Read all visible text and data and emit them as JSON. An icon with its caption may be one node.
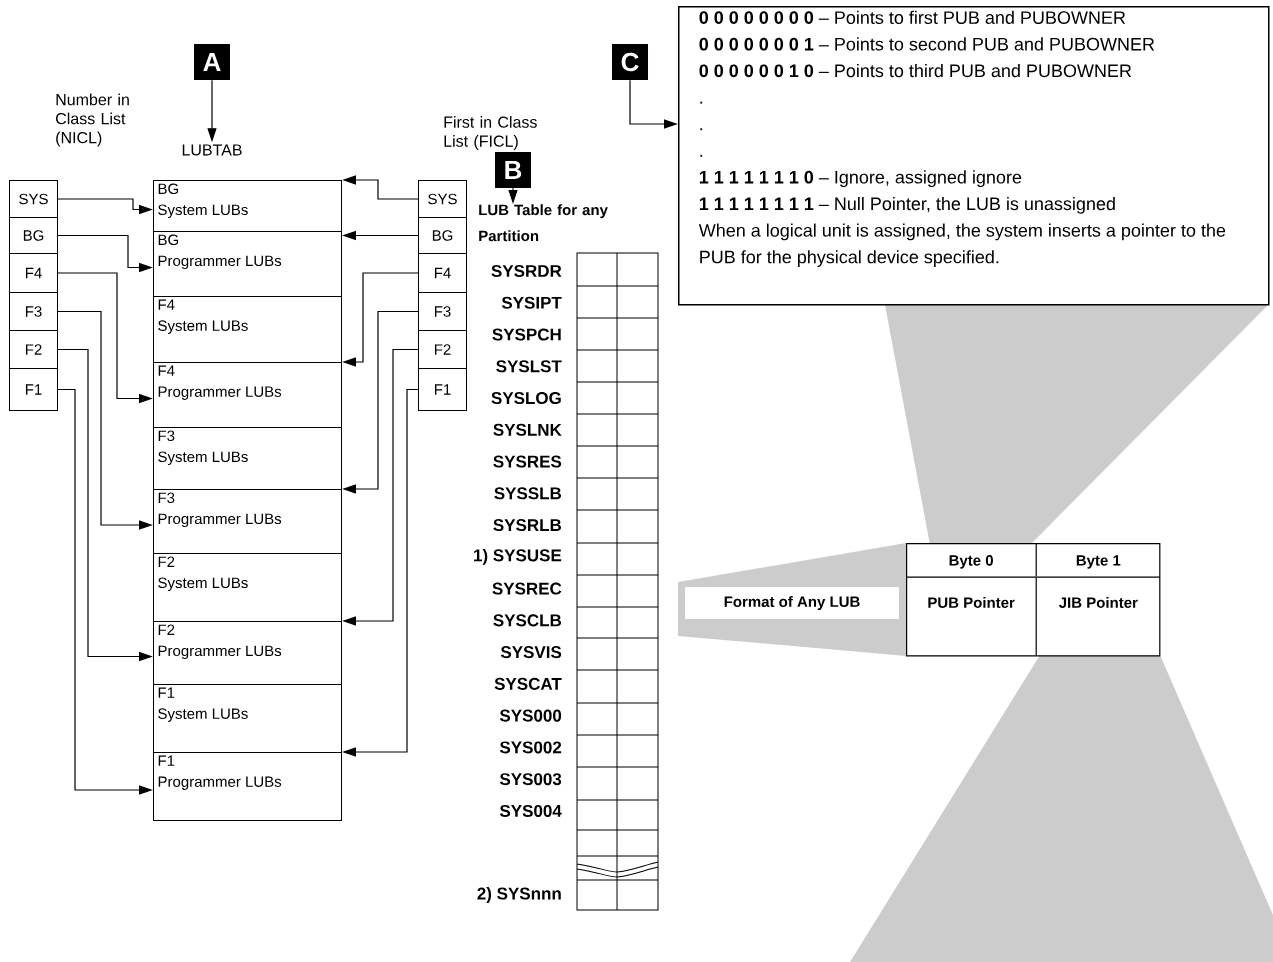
{
  "diagram": {
    "nodes": [
      {
        "text": [
          "A"
        ]
      },
      {
        "text": [
          "LUBTAB"
        ]
      },
      {
        "text": [
          "BG",
          "System LUBs"
        ]
      },
      {
        "text": [
          "BG",
          "Programmer LUBs"
        ]
      },
      {
        "text": [
          "F4",
          "System LUBs"
        ]
      },
      {
        "text": [
          "F4",
          "Programmer LUBs"
        ]
      },
      {
        "text": [
          "F3",
          "System LUBs"
        ]
      },
      {
        "text": [
          "F3",
          "Programmer LUBs"
        ]
      },
      {
        "text": [
          "F2",
          "System LUBs"
        ]
      },
      {
        "text": [
          "F2",
          "Programmer LUBs"
        ]
      },
      {
        "text": [
          "F1",
          "System LUBs"
        ]
      },
      {
        "text": [
          "F1",
          "Programmer LUBs"
        ]
      },
      {
        "text": [
          "SYS"
        ]
      },
      {
        "text": [
          "BG"
        ]
      },
      {
        "text": [
          "F4"
        ]
      },
      {
        "text": [
          "F3"
        ]
      },
      {
        "text": [
          "F2"
        ]
      },
      {
        "text": [
          "F1"
        ]
      },
      {
        "text": [
          "SYS"
        ]
      },
      {
        "text": [
          "BG"
        ]
      },
      {
        "text": [
          "F4"
        ]
      },
      {
        "text": [
          "F3"
        ]
      },
      {
        "text": [
          "F2"
        ]
      },
      {
        "text": [
          "F1"
        ]
      },
      {
        "text": [
          "B"
        ]
      },
      {
        "text": [
          "LUB Table for any Partition"
        ]
      },
      {
        "text": [
          "C"
        ]
      },
      {
        "text": [
          "**0 0 0 0 0 0 0 0** – Points to first PUB and PUBOWNER",
          "**0 0 0 0 0 0 0 1** – Points to second PUB and PUBOWNER",
          "**0 0 0 0 0 0 1 0** – Points to third PUB and PUBOWNER",
          ".",
          ".",
          ".",
          "**1 1 1 1 1 1 1 0** – Ignore, assigned ignore",
          "**1 1 1 1 1 1 1 1** – Null Pointer, the LUB is unassigned",
          "When a logical unit is assigned, the system inserts a pointer to the PUB for the physical device specified."
        ]
      },
      {
        "text": [
          "Format of Any LUB"
        ]
      },
      {
        "text": [
          "Byte 0",
          "Byte 1",
          "PUB Pointer",
          "JIB Pointer"
        ]
      }
    ],
    "edges": [
      {
        "from": 0,
        "to": 1,
        "arrow": "to"
      },
      {
        "from": 12,
        "to": 2,
        "arrow": "to"
      },
      {
        "from": 13,
        "to": 3,
        "arrow": "to"
      },
      {
        "from": 14,
        "to": 5,
        "arrow": "to"
      },
      {
        "from": 15,
        "to": 7,
        "arrow": "to"
      },
      {
        "from": 16,
        "to": 9,
        "arrow": "to"
      },
      {
        "from": 17,
        "to": 11,
        "arrow": "to"
      },
      {
        "from": 18,
        "to": 2,
        "arrow": "to"
      },
      {
        "from": 19,
        "to": 3,
        "arrow": "to"
      },
      {
        "from": 20,
        "to": 5,
        "arrow": "to"
      },
      {
        "from": 21,
        "to": 7,
        "arrow": "to"
      },
      {
        "from": 22,
        "to": 9,
        "arrow": "to"
      },
      {
        "from": 23,
        "to": 11,
        "arrow": "to"
      },
      {
        "from": 24,
        "to": 25,
        "arrow": "to"
      },
      {
        "from": 26,
        "to": 27,
        "arrow": "to"
      }
    ],
    "labels": [
      "Number in Class List (NICL)",
      "First in Class List (FICL)",
      "SYSRDR",
      "SYSIPT",
      "SYSPCH",
      "SYSLST",
      "SYSLOG",
      "SYSLNK",
      "SYSRES",
      "SYSSLB",
      "SYSRLB",
      "1) SYSUSE",
      "SYSREC",
      "SYSCLB",
      "SYSVIS",
      "SYSCAT",
      "SYS000",
      "SYS002",
      "SYS003",
      "SYS004",
      "2) SYSnnn"
    ]
  }
}
